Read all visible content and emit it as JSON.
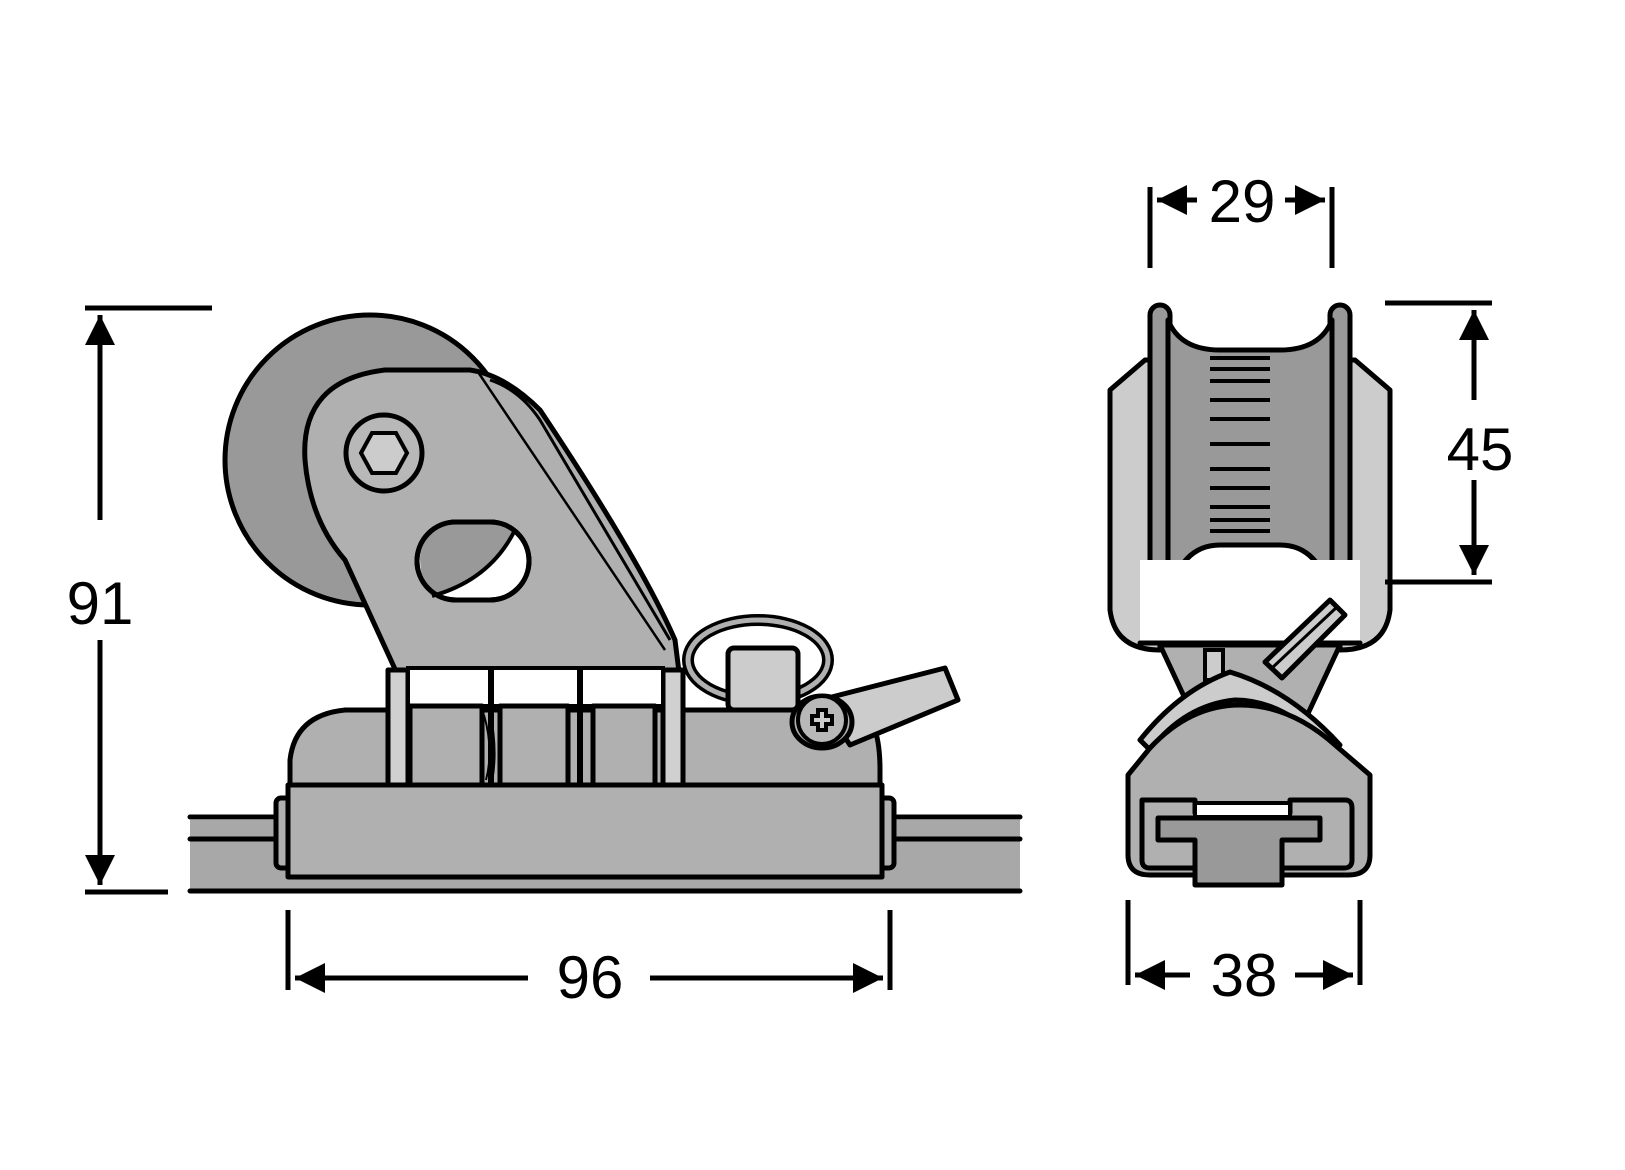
{
  "drawing": {
    "subject": "Track car with sheave and stopper pin",
    "views": [
      {
        "name": "side-view"
      },
      {
        "name": "end-view"
      }
    ],
    "colors": {
      "outline": "#000000",
      "dark_gray": "#999999",
      "mid_gray": "#b0b0b0",
      "light_gray": "#cccccc",
      "background": "#ffffff"
    }
  },
  "dimensions": {
    "overall_height": "91",
    "car_length": "96",
    "sheave_width": "29",
    "sheave_height": "45",
    "car_width": "38"
  }
}
